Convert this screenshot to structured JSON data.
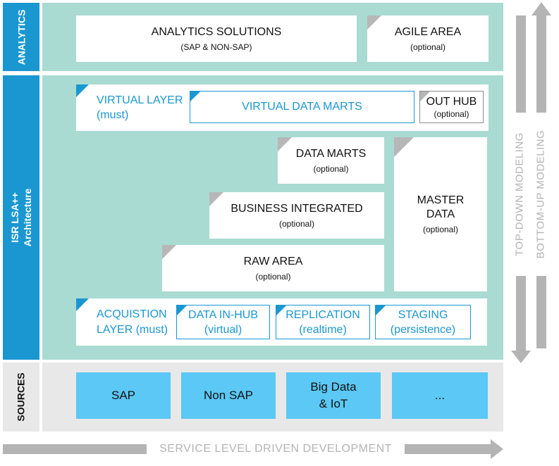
{
  "sidebar": {
    "analytics": "ANALYTICS",
    "architecture_line1": "ISR LSA++",
    "architecture_line2": "Architecture",
    "sources": "SOURCES"
  },
  "analytics": {
    "solutions_title": "ANALYTICS SOLUTIONS",
    "solutions_sub": "(SAP & NON-SAP)",
    "agile_title": "AGILE AREA",
    "agile_sub": "(optional)"
  },
  "virtual": {
    "layer_line1": "VIRTUAL LAYER",
    "layer_line2": "(must)",
    "marts": "VIRTUAL DATA MARTS",
    "outhub_title": "OUT HUB",
    "outhub_sub": "(optional)"
  },
  "layers": {
    "data_marts_title": "DATA MARTS",
    "data_marts_sub": "(optional)",
    "business_title": "BUSINESS INTEGRATED",
    "business_sub": "(optional)",
    "raw_title": "RAW AREA",
    "raw_sub": "(optional)",
    "master_line1": "MASTER",
    "master_line2": "DATA",
    "master_sub": "(optional)"
  },
  "acquisition": {
    "layer_line1": "ACQUISTION",
    "layer_line2": "LAYER (must)",
    "inhub_line1": "DATA IN-HUB",
    "inhub_line2": "(virtual)",
    "replication_line1": "REPLICATION",
    "replication_line2": "(realtime)",
    "staging_line1": "STAGING",
    "staging_line2": "(persistence)"
  },
  "sources": {
    "items": [
      {
        "line1": "SAP",
        "line2": ""
      },
      {
        "line1": "Non SAP",
        "line2": ""
      },
      {
        "line1": "Big Data",
        "line2": "& IoT"
      },
      {
        "line1": "...",
        "line2": ""
      }
    ]
  },
  "arrows": {
    "top_down": "TOP-DOWN MODELING",
    "bottom_up": "BOTTOM-UP MODELING",
    "service_level": "SERVICE LEVEL DRIVEN DEVELOPMENT"
  },
  "colors": {
    "accent_blue": "#1a97d1",
    "teal_panel": "#a9dbd2",
    "source_blue": "#5bc8f5",
    "grey_panel": "#e8e8e8",
    "arrow_grey": "#b4b4b4"
  }
}
